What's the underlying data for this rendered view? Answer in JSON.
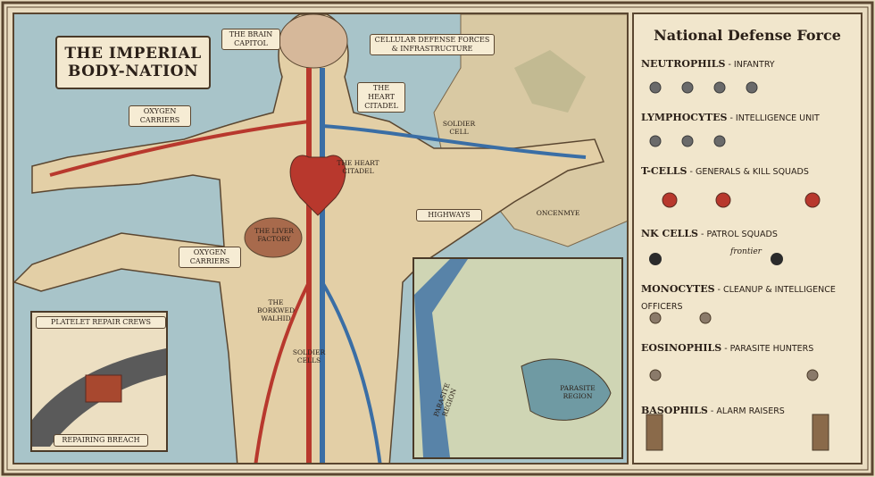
{
  "title": {
    "line1": "THE IMPERIAL",
    "line2": "BODY-NATION"
  },
  "map_labels": {
    "brain": "THE BRAIN CAPITOL",
    "defense": "CELLULAR DEFENSE FORCES & INFRASTRUCTURE",
    "heart1": "THE HEART CITADEL",
    "heart2": "THE HEART CITADEL",
    "oxygen1": "OXYGEN CARRIERS",
    "oxygen2": "OXYGEN CARRIERS",
    "soldier_cell": "SOLDIER CELL",
    "highways": "HIGHWAYS",
    "liver": "THE LIVER FACTORY",
    "borkwed": "THE BORKWED WALHID",
    "soldier_cells": "SOLDIER CELLS",
    "oncenmye": "ONCENMYE",
    "parasite_region": "PARASITE REGION",
    "parasite_region_road": "PARASITE REGION"
  },
  "platelet_inset": {
    "title": "PLATELET REPAIR CREWS",
    "caption": "REPAIRING BREACH"
  },
  "legend": {
    "title": "National Defense Force",
    "rows": [
      {
        "name": "NEUTROPHILS",
        "role": "INFANTRY"
      },
      {
        "name": "LYMPHOCYTES",
        "role": "INTELLIGENCE UNIT"
      },
      {
        "name": "T-CELLS",
        "role": "GENERALS & KILL SQUADS"
      },
      {
        "name": "NK CELLS",
        "role": "PATROL SQUADS"
      },
      {
        "name": "MONOCYTES",
        "role": "CLEANUP & INTELLIGENCE OFFICERS"
      },
      {
        "name": "EOSINOPHILS",
        "role": "PARASITE HUNTERS"
      },
      {
        "name": "BASOPHILS",
        "role": "ALARM RAISERS"
      }
    ],
    "nk_note": "frontier"
  },
  "colors": {
    "artery": "#b8382d",
    "vein": "#3a6ea5",
    "sea": "#a8c4c9",
    "land": "#d9c9a3",
    "body": "#e3cfa6",
    "ink": "#2b2018"
  }
}
